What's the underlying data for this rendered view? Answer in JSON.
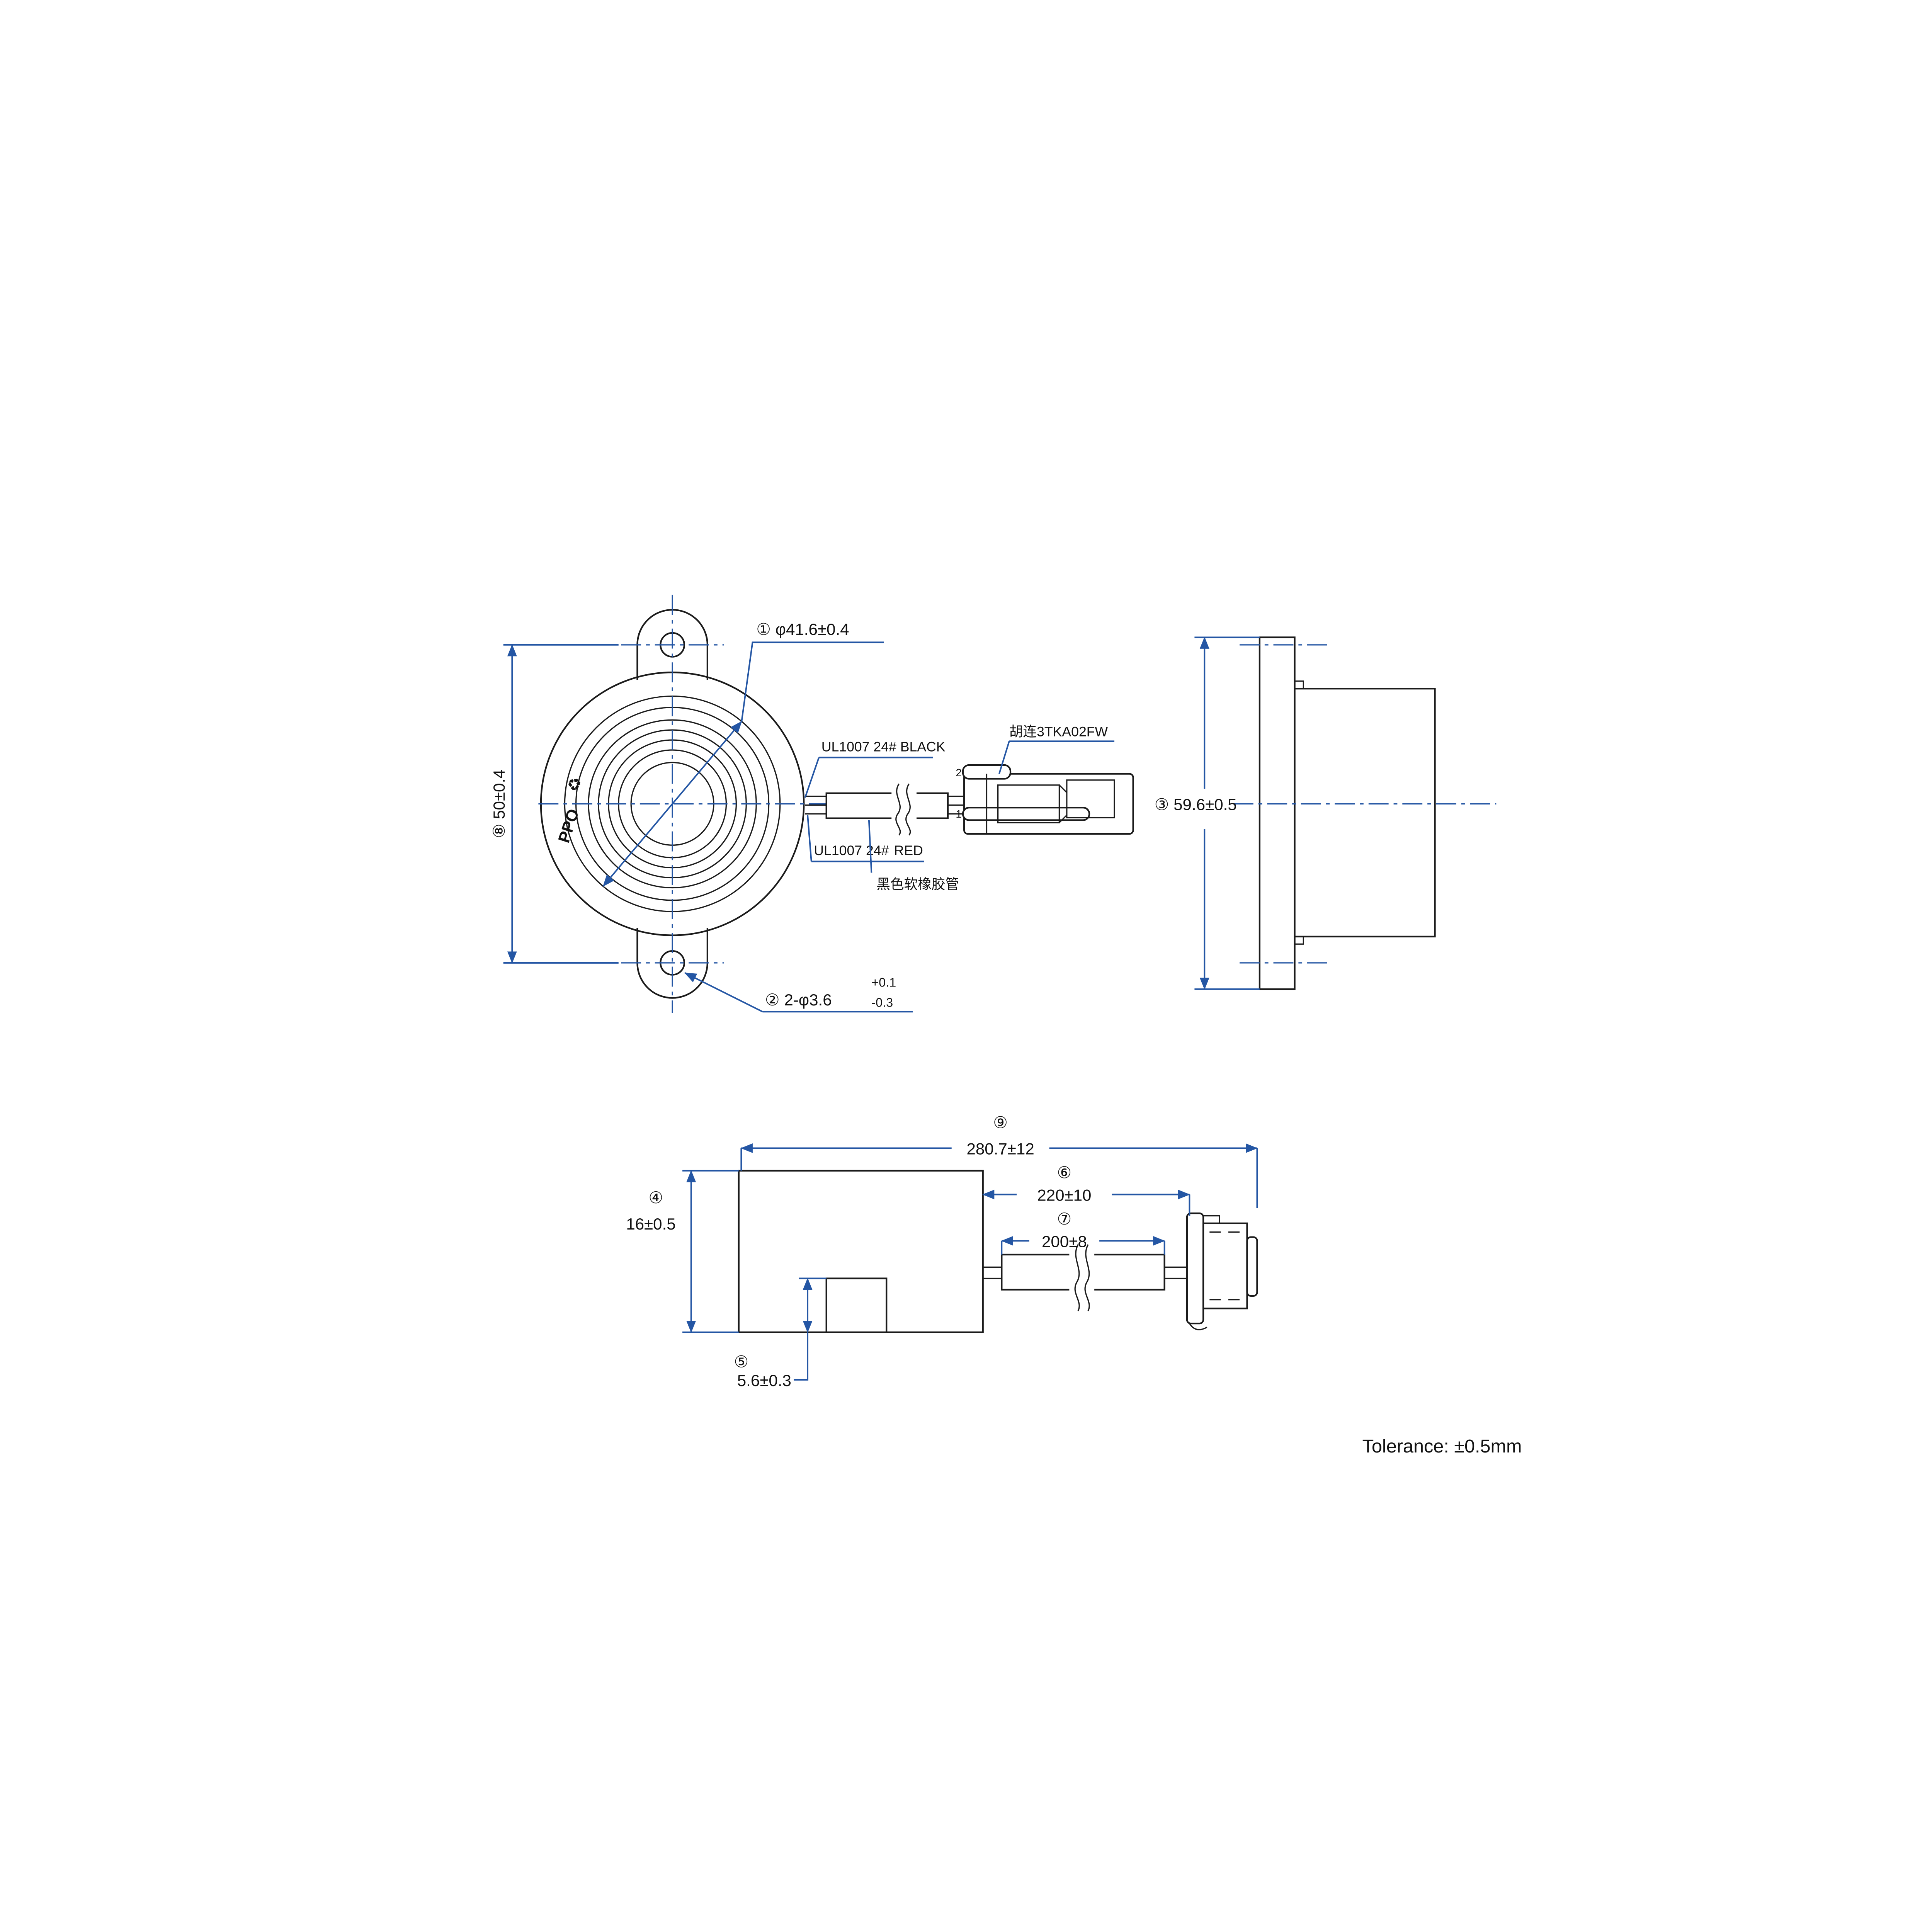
{
  "front_view": {
    "dim_diameter_label": "① φ41.6±0.4",
    "dim_height_label": "⑧ 50±0.4",
    "dim_holes_label": "② 2-φ3.6",
    "dim_holes_tol_plus": "+0.1",
    "dim_holes_tol_minus": "-0.3",
    "material_mark": "PPO",
    "recycle_symbol": "♻"
  },
  "wiring": {
    "wire_black_label": "UL1007 24# BLACK",
    "wire_red_label_prefix": "UL1007 24#",
    "wire_red_label_color": "RED",
    "tube_label": "黑色软橡胶管",
    "connector_label": "胡连3TKA02FW",
    "pin_top": "2",
    "pin_bottom": "1"
  },
  "side_view": {
    "dim_height_label": "③ 59.6±0.5"
  },
  "bottom_view": {
    "dim9_num": "⑨",
    "dim9_value": "280.7±12",
    "dim6_num": "⑥",
    "dim6_value": "220±10",
    "dim7_num": "⑦",
    "dim7_value": "200±8",
    "dim4_num": "④",
    "dim4_value": "16±0.5",
    "dim5_num": "⑤",
    "dim5_value": "5.6±0.3"
  },
  "note": "Tolerance: ±0.5mm",
  "colors": {
    "line": "#1b1b1b",
    "dimension": "#2456a4",
    "background": "#ffffff"
  }
}
